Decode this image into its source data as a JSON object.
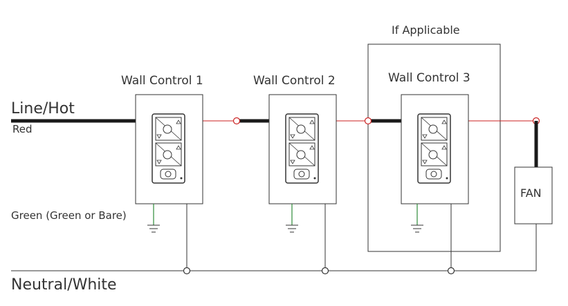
{
  "labels": {
    "line_hot": "Line/Hot",
    "red": "Red",
    "green": "Green (Green or Bare)",
    "neutral": "Neutral/White",
    "if_applicable": "If Applicable",
    "fan": "FAN"
  },
  "controls": [
    {
      "title": "Wall Control 1"
    },
    {
      "title": "Wall Control 2"
    },
    {
      "title": "Wall Control 3"
    }
  ],
  "colors": {
    "hot_wire": "#1a1a1a",
    "red_wire": "#cc2222",
    "line": "#333333"
  },
  "icons": [
    "light-icon",
    "fan-icon",
    "sync-icon",
    "ground-icon"
  ]
}
